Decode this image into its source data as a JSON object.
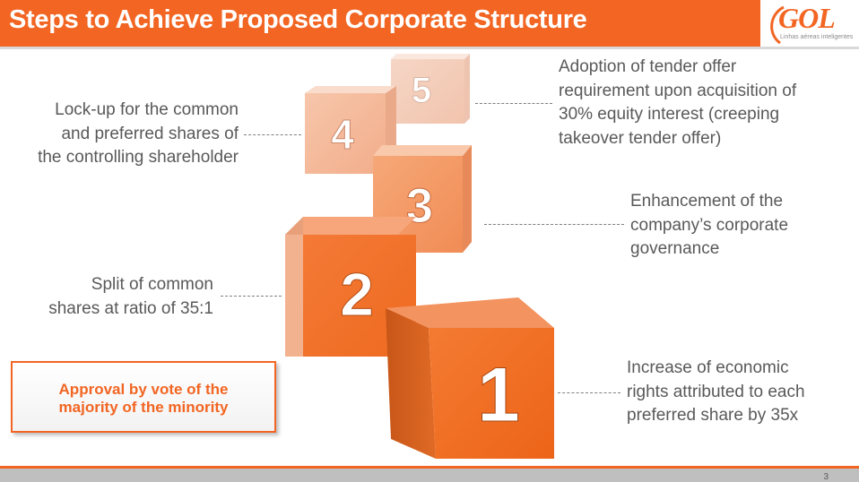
{
  "header": {
    "title": "Steps to Achieve Proposed Corporate Structure"
  },
  "logo": {
    "wordmark": "GOL",
    "tagline": "Linhas aéreas inteligentes"
  },
  "steps": [
    {
      "number": "1",
      "text_lines": [
        "Increase of economic",
        "rights attributed to each",
        "preferred share by 35x"
      ]
    },
    {
      "number": "2",
      "text_lines": [
        "Split of common",
        "shares at ratio of 35:1"
      ]
    },
    {
      "number": "3",
      "text_lines": [
        "Enhancement of the",
        "company’s corporate",
        "governance"
      ]
    },
    {
      "number": "4",
      "text_lines": [
        "Lock-up for the common",
        "and preferred  shares of",
        "the controlling shareholder"
      ]
    },
    {
      "number": "5",
      "text_lines": [
        "Adoption of tender offer",
        "requirement upon acquisition of",
        "30% equity interest (creeping",
        "takeover tender offer)"
      ]
    }
  ],
  "approval": {
    "line1": "Approval by vote of the",
    "line2": "majority of the minority"
  },
  "footer": {
    "page_number": "3"
  },
  "colors": {
    "accent": "#f26522",
    "text": "#595959",
    "footer_gray": "#bfbfbf"
  }
}
